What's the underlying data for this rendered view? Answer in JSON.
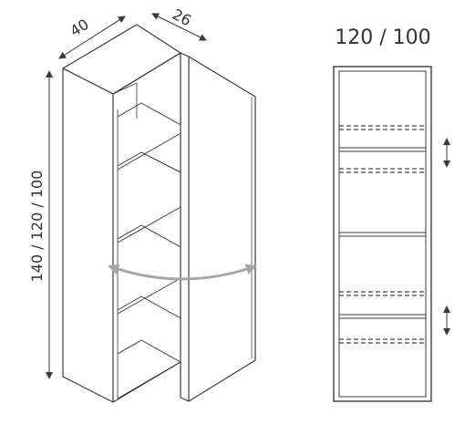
{
  "dimensions": {
    "width_label": "40",
    "depth_label": "26",
    "height_label": "140 / 120 / 100",
    "front_view_label": "120 / 100"
  },
  "colors": {
    "line": "#3a3a3a",
    "shelf_dash": "#444444",
    "swing_arrow": "#a6a6a6",
    "dim_line": "#3a3a3a"
  }
}
